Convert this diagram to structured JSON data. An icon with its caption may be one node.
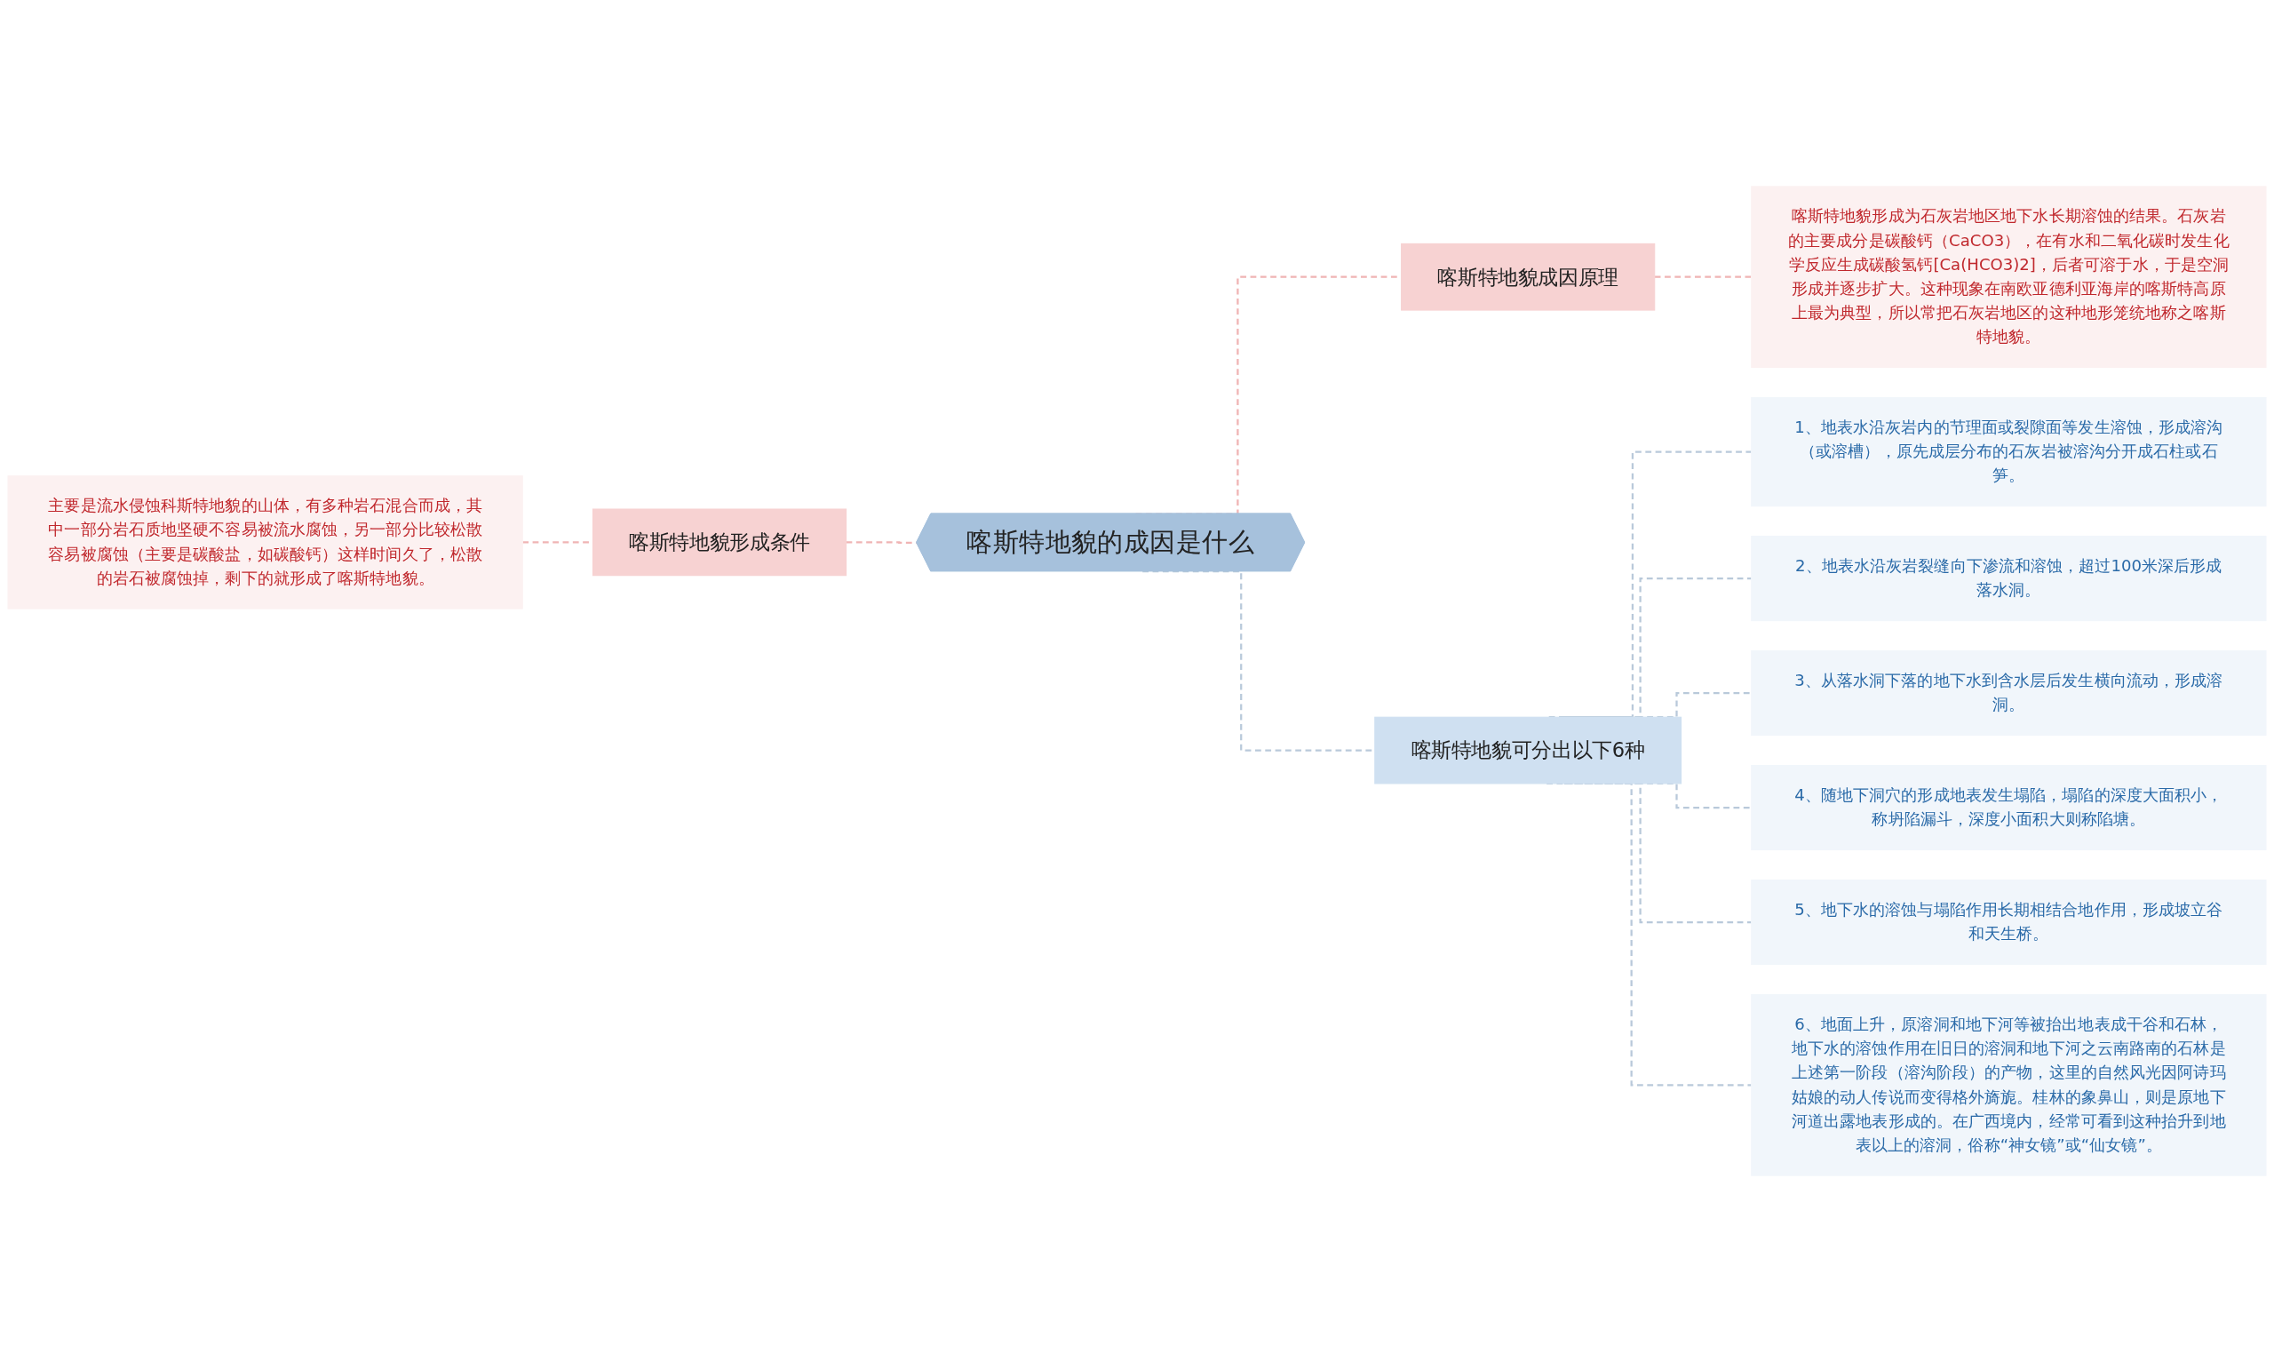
{
  "diagram": {
    "nodes": [
      {
        "text": [
          "喀斯特地貌的成因是什么"
        ]
      },
      {
        "text": [
          "喀斯特地貌形成条件"
        ]
      },
      {
        "text": [
          "主要是流水侵蚀科斯特地貌的山体，有多种岩石混合而成，其中一部分岩石质地坚硬不容易被流水腐蚀，另一部分比较松散容易被腐蚀（主要是碳酸盐，如碳酸钙）这样时间久了，松散的岩石被腐蚀掉，剩下的就形成了喀斯特地貌。"
        ]
      },
      {
        "text": [
          "喀斯特地貌成因原理"
        ]
      },
      {
        "text": [
          "喀斯特地貌形成为石灰岩地区地下水长期溶蚀的结果。石灰岩的主要成分是碳酸钙（CaCO3），在有水和二氧化碳时发生化学反应生成碳酸氢钙[Ca(HCO3)2]，后者可溶于水，于是空洞形成并逐步扩大。这种现象在南欧亚德利亚海岸的喀斯特高原上最为典型，所以常把石灰岩地区的这种地形笼统地称之喀斯特地貌。"
        ]
      },
      {
        "text": [
          "喀斯特地貌可分出以下6种"
        ]
      },
      {
        "text": [
          "1、地表水沿灰岩内的节理面或裂隙面等发生溶蚀，形成溶沟（或溶槽），原先成层分布的石灰岩被溶沟分开成石柱或石笋。"
        ]
      },
      {
        "text": [
          "2、地表水沿灰岩裂缝向下渗流和溶蚀，超过100米深后形成落水洞。"
        ]
      },
      {
        "text": [
          "3、从落水洞下落的地下水到含水层后发生横向流动，形成溶洞。"
        ]
      },
      {
        "text": [
          "4、随地下洞穴的形成地表发生塌陷，塌陷的深度大面积小，称坍陷漏斗，深度小面积大则称陷塘。"
        ]
      },
      {
        "text": [
          "5、地下水的溶蚀与塌陷作用长期相结合地作用，形成坡立谷和天生桥。"
        ]
      },
      {
        "text": [
          "6、地面上升，原溶洞和地下河等被抬出地表成干谷和石林，地下水的溶蚀作用在旧日的溶洞和地下河之云南路南的石林是上述第一阶段（溶沟阶段）的产物，这里的自然风光因阿诗玛姑娘的动人传说而变得格外旖旎。桂林的象鼻山，则是原地下河道出露地表形成的。在广西境内，经常可看到这种抬升到地表以上的溶洞，俗称“神女镜”或“仙女镜”。"
        ]
      }
    ],
    "edges": [
      {
        "from": 2,
        "to": 1,
        "arrow": "none",
        "style": "dashed",
        "color": "#f0b4b4"
      },
      {
        "from": 1,
        "to": 0,
        "arrow": "none",
        "style": "dashed",
        "color": "#f0b4b4"
      },
      {
        "from": 0,
        "to": 3,
        "arrow": "none",
        "style": "dashed",
        "color": "#f0b4b4"
      },
      {
        "from": 3,
        "to": 4,
        "arrow": "none",
        "style": "dashed",
        "color": "#f0b4b4"
      },
      {
        "from": 0,
        "to": 5,
        "arrow": "none",
        "style": "dashed"
      },
      {
        "from": 5,
        "to": 6,
        "arrow": "none",
        "style": "dashed"
      },
      {
        "from": 5,
        "to": 7,
        "arrow": "none",
        "style": "dashed"
      },
      {
        "from": 5,
        "to": 8,
        "arrow": "none",
        "style": "dashed"
      },
      {
        "from": 5,
        "to": 9,
        "arrow": "none",
        "style": "dashed"
      },
      {
        "from": 5,
        "to": 10,
        "arrow": "none",
        "style": "dashed"
      },
      {
        "from": 5,
        "to": 11,
        "arrow": "none",
        "style": "dashed"
      }
    ]
  }
}
